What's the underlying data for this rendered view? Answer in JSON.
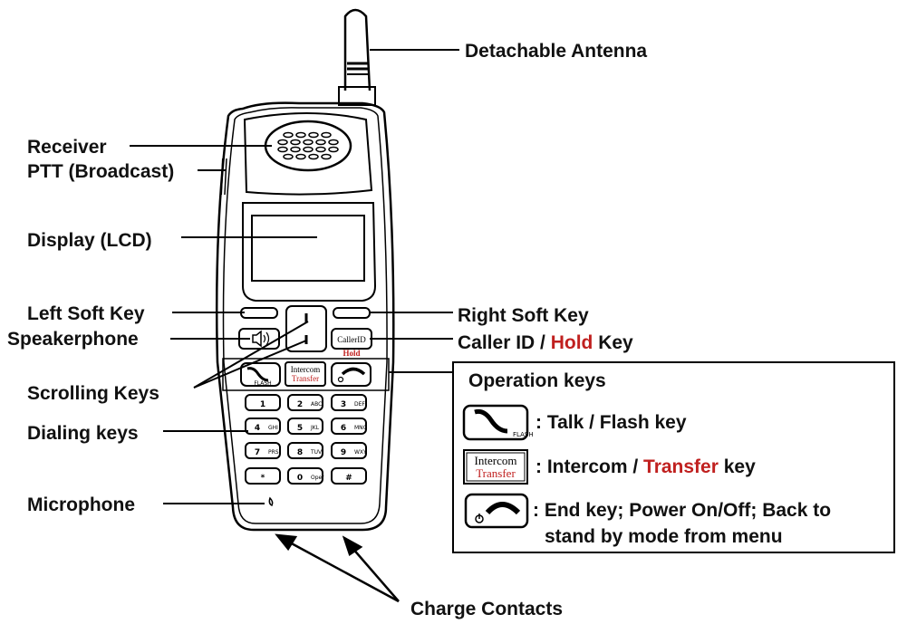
{
  "labels": {
    "antenna": "Detachable  Antenna",
    "receiver": "Receiver",
    "ptt": "PTT (Broadcast)",
    "display": "Display (LCD)",
    "left_soft_key": "Left Soft Key",
    "speakerphone": "Speakerphone",
    "scrolling_keys": "Scrolling Keys",
    "dialing_keys": "Dialing keys",
    "microphone": "Microphone",
    "right_soft_key": "Right Soft Key",
    "caller_id_prefix": "Caller ID / ",
    "caller_id_hold": "Hold",
    "caller_id_suffix": " Key",
    "charge_contacts": "Charge Contacts"
  },
  "operation_keys": {
    "title": "Operation keys",
    "talk": ": Talk / Flash key",
    "intercom_prefix": ": Intercom / ",
    "intercom_transfer": "Transfer",
    "intercom_suffix": " key",
    "end_line1": ": End key; Power On/Off; Back to",
    "end_line2": "stand by mode from menu"
  },
  "phone_keys": {
    "flash": "FLASH",
    "intercom": "Intercom",
    "transfer": "Transfer",
    "callerid": "CallerID",
    "hold": "Hold",
    "digits": [
      "1",
      "2",
      "3",
      "4",
      "5",
      "6",
      "7",
      "8",
      "9",
      "*",
      "0",
      "#"
    ],
    "digit_sub": [
      "",
      "ABC",
      "DEF",
      "GHI",
      "JKL",
      "MNO",
      "PRS",
      "TUV",
      "WXY",
      "",
      "Oper",
      ""
    ]
  },
  "colors": {
    "accent_red": "#c0201f",
    "line": "#000000"
  }
}
